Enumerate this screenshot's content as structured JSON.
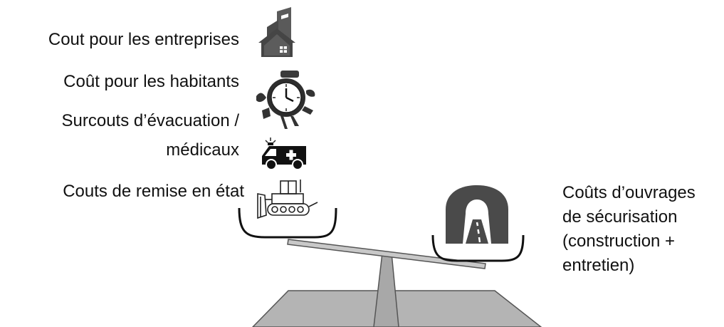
{
  "left_items": [
    {
      "label": "Cout pour les entreprises",
      "icon": "buildings-icon"
    },
    {
      "label": "Coût pour les habitants",
      "icon": "clock-icon"
    },
    {
      "label_line1": "Surcouts d’évacuation /",
      "label_line2": "médicaux",
      "icon": "ambulance-icon"
    },
    {
      "label": "Couts de remise en état",
      "icon": "bulldozer-icon"
    }
  ],
  "right_item": {
    "lines": [
      "Coûts d’ouvrages",
      "de sécurisation",
      "(construction +",
      "entretien)"
    ],
    "icon": "tunnel-icon"
  },
  "colors": {
    "ground": "#b4b4b4",
    "pillar": "#a8a8a8",
    "beam": "#c8c8c8",
    "dark_icon": "#4a4a4a"
  }
}
